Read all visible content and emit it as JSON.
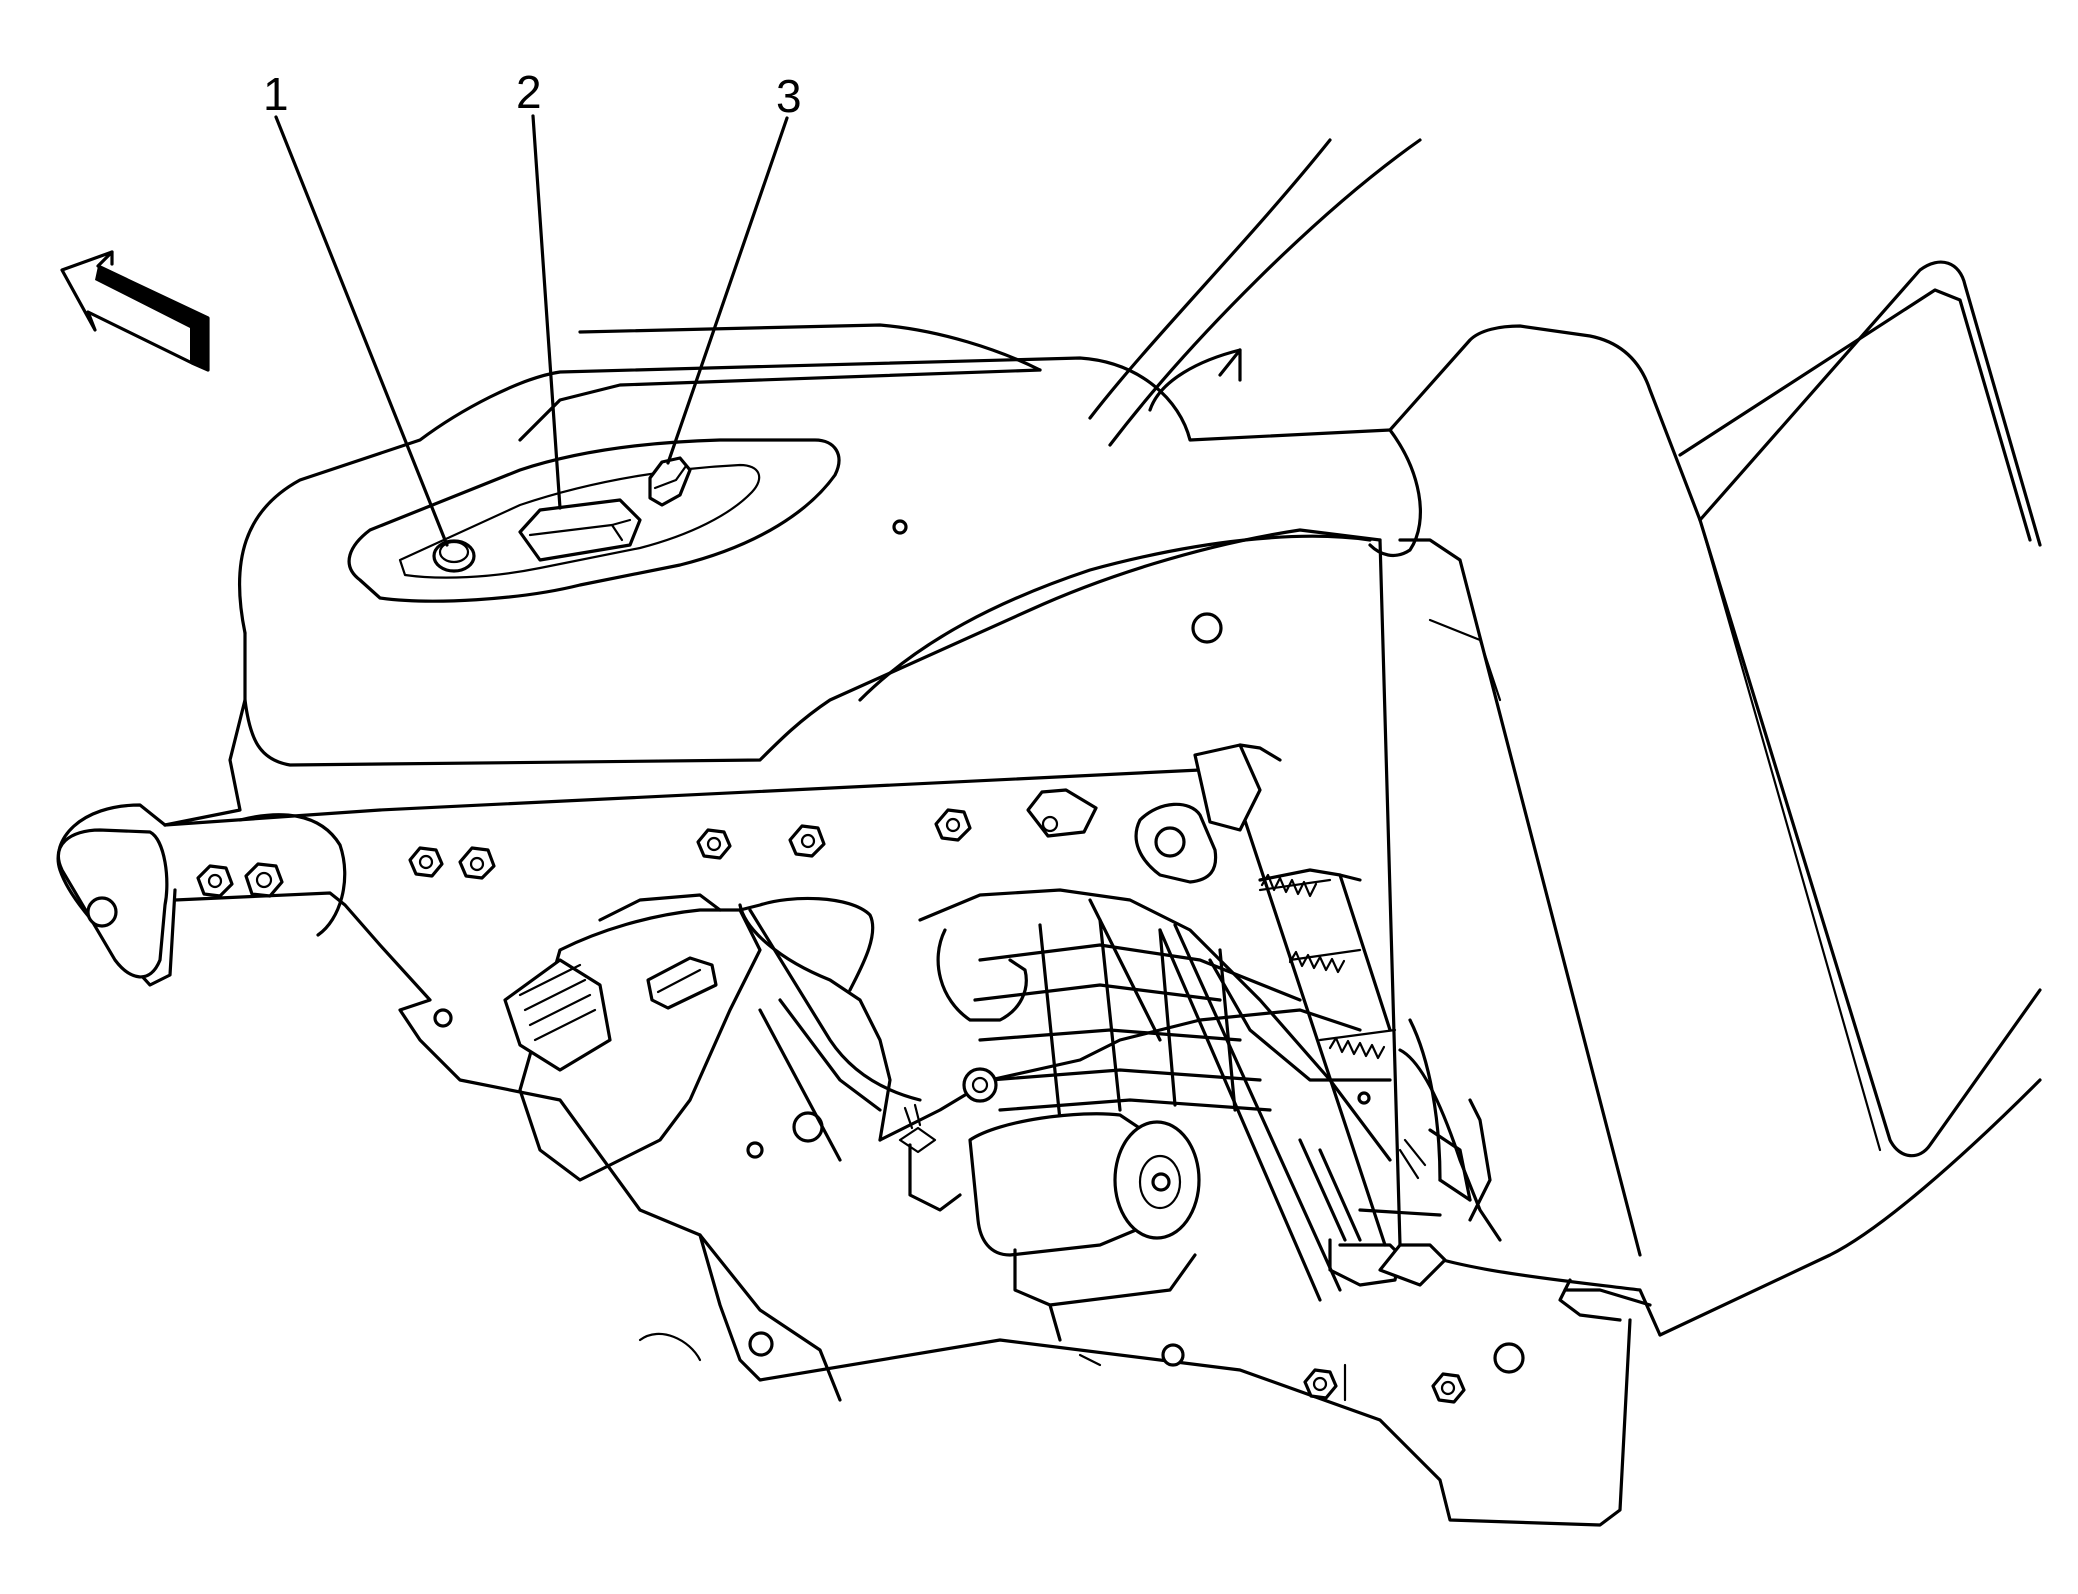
{
  "diagram": {
    "callouts": [
      {
        "number": "1"
      },
      {
        "number": "2"
      },
      {
        "number": "3"
      }
    ],
    "icons": {
      "direction": "front-direction-arrow-icon"
    }
  }
}
